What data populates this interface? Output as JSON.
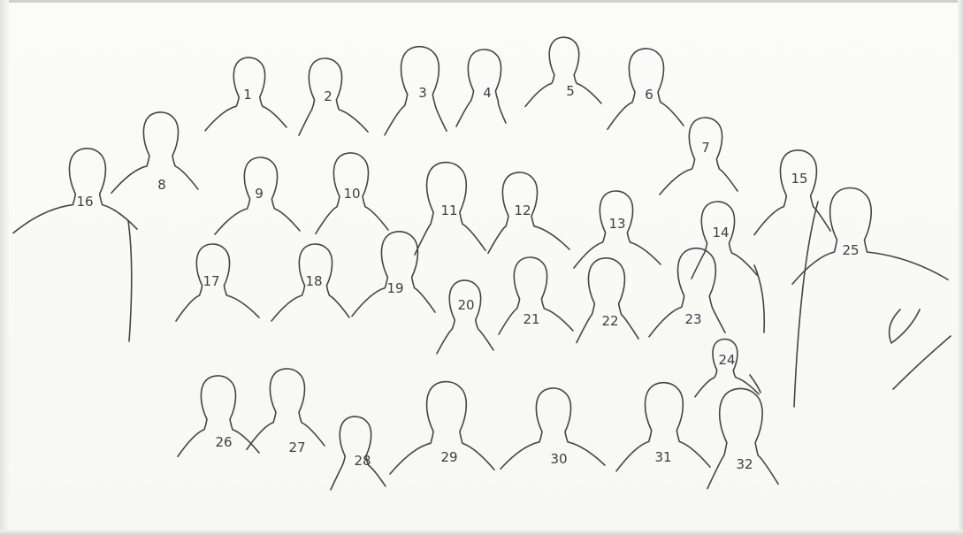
{
  "title": "",
  "figures": [
    {
      "id": 1,
      "label": "1"
    },
    {
      "id": 2,
      "label": "2"
    },
    {
      "id": 3,
      "label": "3"
    },
    {
      "id": 4,
      "label": "4"
    },
    {
      "id": 5,
      "label": "5"
    },
    {
      "id": 6,
      "label": "6"
    },
    {
      "id": 7,
      "label": "7"
    },
    {
      "id": 8,
      "label": "8"
    },
    {
      "id": 9,
      "label": "9"
    },
    {
      "id": 10,
      "label": "10"
    },
    {
      "id": 11,
      "label": "11"
    },
    {
      "id": 12,
      "label": "12"
    },
    {
      "id": 13,
      "label": "13"
    },
    {
      "id": 14,
      "label": "14"
    },
    {
      "id": 15,
      "label": "15"
    },
    {
      "id": 16,
      "label": "16"
    },
    {
      "id": 17,
      "label": "17"
    },
    {
      "id": 18,
      "label": "18"
    },
    {
      "id": 19,
      "label": "19"
    },
    {
      "id": 20,
      "label": "20"
    },
    {
      "id": 21,
      "label": "21"
    },
    {
      "id": 22,
      "label": "22"
    },
    {
      "id": 23,
      "label": "23"
    },
    {
      "id": 24,
      "label": "24"
    },
    {
      "id": 25,
      "label": "25"
    },
    {
      "id": 26,
      "label": "26"
    },
    {
      "id": 27,
      "label": "27"
    },
    {
      "id": 28,
      "label": "28"
    },
    {
      "id": 29,
      "label": "29"
    },
    {
      "id": 30,
      "label": "30"
    },
    {
      "id": 31,
      "label": "31"
    },
    {
      "id": 32,
      "label": "32"
    }
  ],
  "colors": {
    "paper": "#f8f8f5",
    "ink": "#454549"
  }
}
